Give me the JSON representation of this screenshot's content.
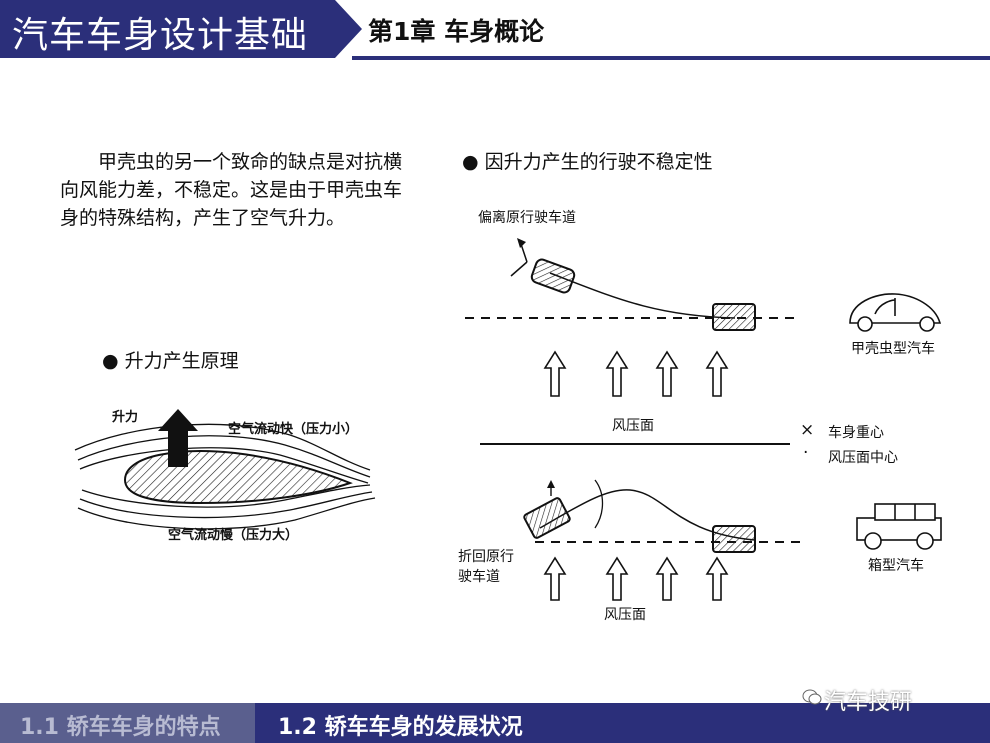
{
  "header": {
    "course_title": "汽车车身设计基础",
    "chapter": "第1章  车身概论"
  },
  "text_block": {
    "paragraph": "甲壳虫的另一个致命的缺点是对抗横向风能力差，不稳定。这是由于甲壳虫车身的特殊结构，产生了空气升力。"
  },
  "lift_figure": {
    "heading": "● 升力产生原理",
    "lift_label": "升力",
    "upper_flow_label": "空气流动快（压力小）",
    "lower_flow_label": "空气流动慢（压力大）"
  },
  "instability_figure": {
    "heading": "● 因升力产生的行驶不稳定性",
    "deviate_label": "偏离原行驶车道",
    "beetle_label": "甲壳虫型汽车",
    "wind_label_top": "风压面",
    "legend_cg": "车身重心",
    "legend_cp": "风压面中心",
    "legend_cg_marker": "×",
    "legend_cp_marker": "·",
    "return_label_line1": "折回原行",
    "return_label_line2": "驶车道",
    "box_label": "箱型汽车",
    "wind_label_bottom": "风压面"
  },
  "footer": {
    "section_1": "1.1  轿车车身的特点",
    "section_2": "1.2  轿车车身的发展状况",
    "watermark": "汽车技研"
  },
  "colors": {
    "navy": "#2b2f7a",
    "slate": "#5a5f8e"
  }
}
